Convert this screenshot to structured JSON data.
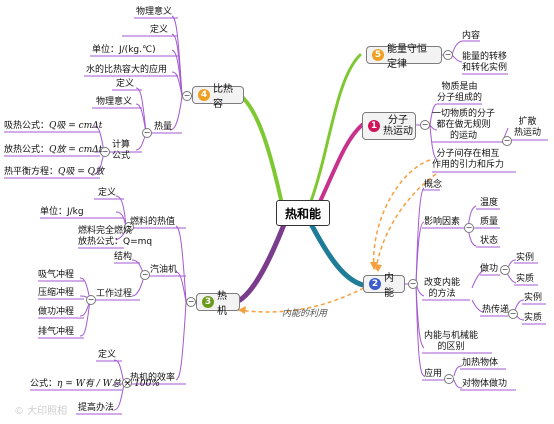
{
  "central": "热和能",
  "topics": {
    "t5": {
      "num": "5",
      "label": "能量守恒定律",
      "color": "#f0a020"
    },
    "t1": {
      "num": "1",
      "label": "分子\n热运动",
      "color": "#d4145a"
    },
    "t2": {
      "num": "2",
      "label": "内能",
      "color": "#3a5ccc"
    },
    "t3": {
      "num": "3",
      "label": "热机",
      "color": "#6a9a1a"
    },
    "t4": {
      "num": "4",
      "label": "比热容",
      "color": "#f0a020"
    }
  },
  "energy_conservation": {
    "content": "内容",
    "forms": "能量的转移\n和转化实例"
  },
  "molecular_motion": {
    "matter": "物质是由\n分子组成的",
    "irregular": "一切物质的分子\n都在做无规则\n的运动",
    "diffusion": "扩散\n热运动",
    "forces": "分子间存在相互\n作用的引力和斥力"
  },
  "internal_energy": {
    "concept": "概念",
    "factors": "影响因素",
    "temperature": "温度",
    "mass": "质量",
    "state": "状态",
    "change_ways": "改变内能\n的方法",
    "work": "做功",
    "heat_transfer": "热传递",
    "example1": "实例",
    "essence1": "实质",
    "example2": "实例",
    "essence2": "实质",
    "difference": "内能与机械能\n的区别",
    "application": "应用",
    "heating": "加热物体",
    "doing_work": "对物体做功"
  },
  "specific_heat": {
    "physics_meaning": "物理意义",
    "definition": "定义",
    "unit": "单位：J/(kg.℃)",
    "water_app": "水的比热容大的应用",
    "heat": "热量",
    "heat_def": "定义",
    "heat_meaning": "物理意义",
    "calc": "计算\n公式",
    "absorb": "吸热公式：",
    "release": "放热公式：",
    "balance": "热平衡方程：",
    "absorb_formula": "Q吸 = cmΔt",
    "release_formula": "Q放 = cmΔt",
    "balance_formula": "Q吸 = Q放"
  },
  "heat_engine": {
    "fuel_heat": "燃料的热值",
    "fuel_def": "定义",
    "fuel_unit": "单位：J/kg",
    "fuel_formula": "燃料完全燃烧\n放热公式：Q=mq",
    "gasoline": "汽油机",
    "structure": "结构",
    "working": "工作过程",
    "intake": "吸气冲程",
    "compression": "压缩冲程",
    "power": "做功冲程",
    "exhaust": "排气冲程",
    "efficiency": "热机的效率",
    "eff_def": "定义",
    "eff_formula_label": "公式：",
    "eff_formula": "η = W有 / W总 × 100%",
    "improve": "提高办法"
  },
  "links": {
    "usage": "内能的利用"
  },
  "watermark": "© 大印照相"
}
